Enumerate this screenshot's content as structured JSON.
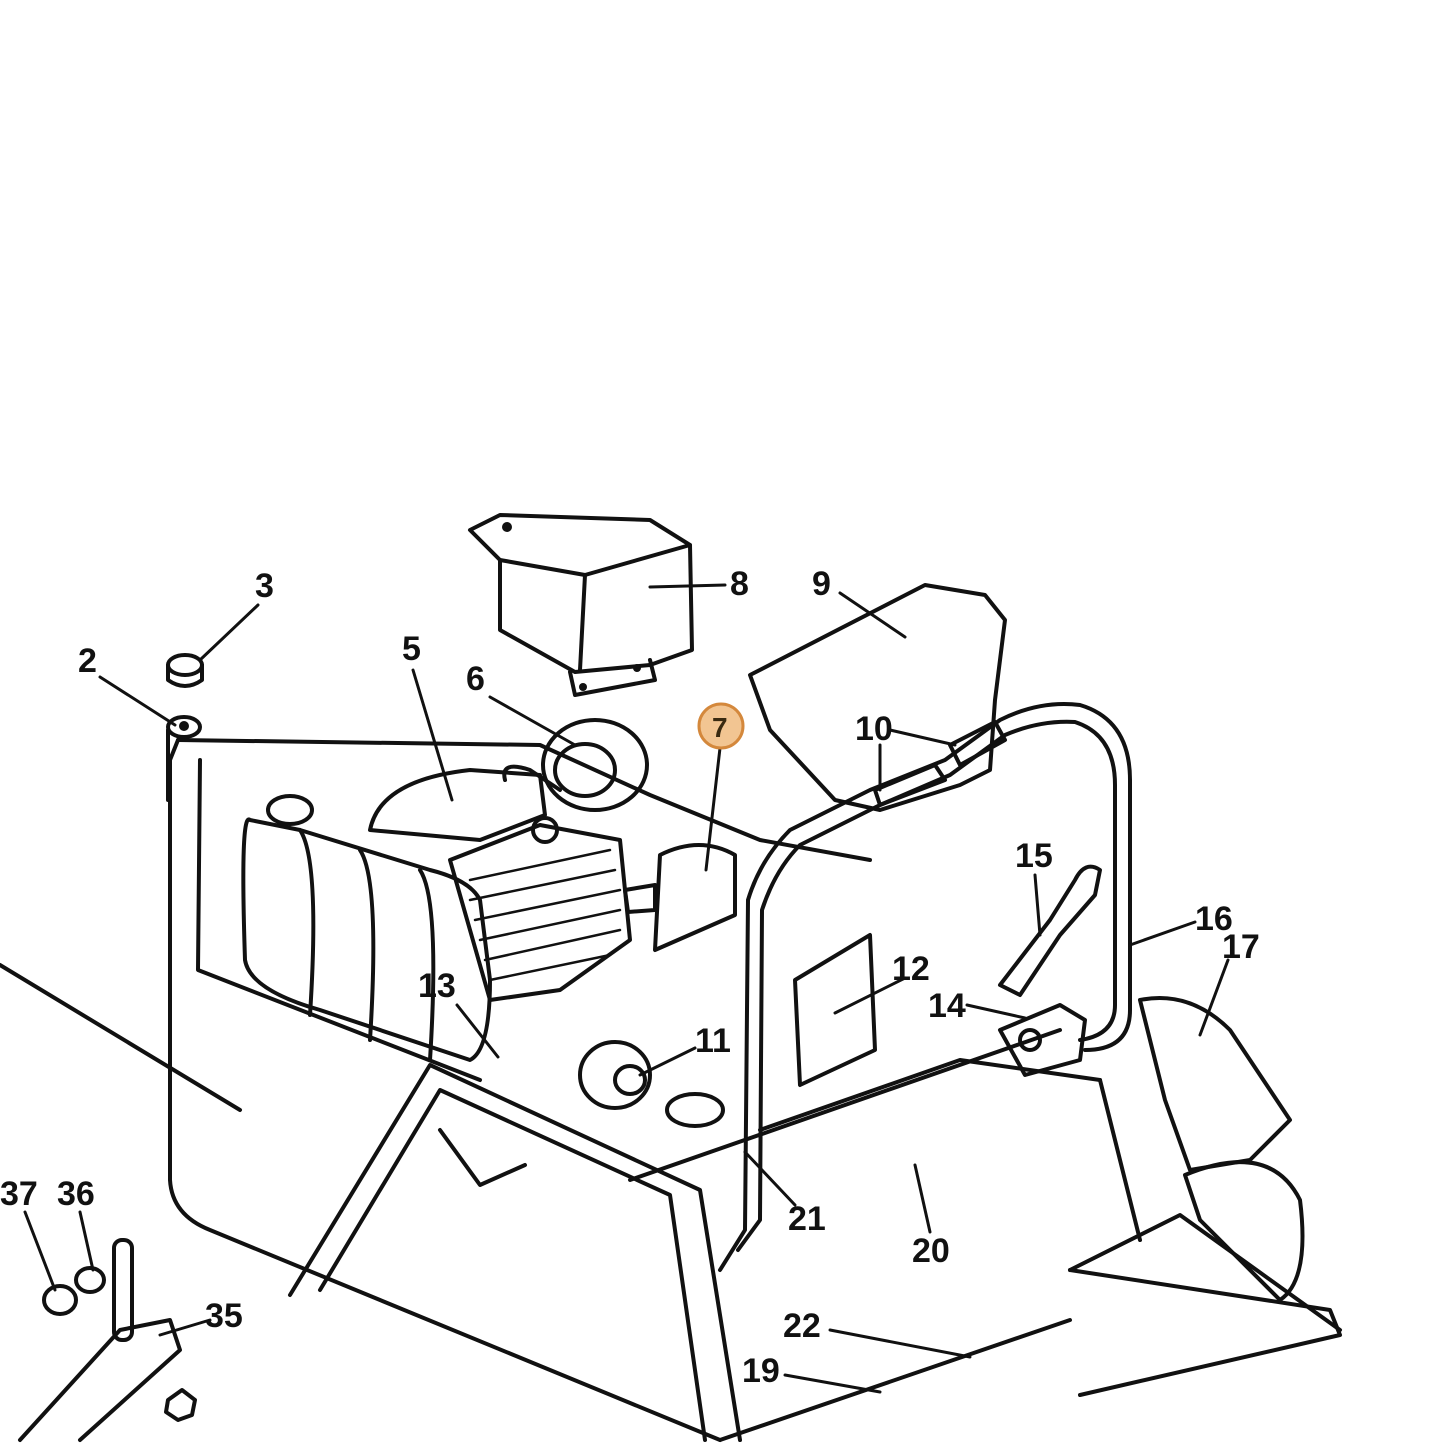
{
  "callouts": [
    {
      "id": "2",
      "label": "2"
    },
    {
      "id": "3",
      "label": "3"
    },
    {
      "id": "5",
      "label": "5"
    },
    {
      "id": "6",
      "label": "6"
    },
    {
      "id": "7",
      "label": "7",
      "highlighted": true
    },
    {
      "id": "8",
      "label": "8"
    },
    {
      "id": "9",
      "label": "9"
    },
    {
      "id": "10",
      "label": "10"
    },
    {
      "id": "11",
      "label": "11"
    },
    {
      "id": "12",
      "label": "12"
    },
    {
      "id": "13",
      "label": "13"
    },
    {
      "id": "14",
      "label": "14"
    },
    {
      "id": "15",
      "label": "15"
    },
    {
      "id": "16",
      "label": "16"
    },
    {
      "id": "17",
      "label": "17"
    },
    {
      "id": "19",
      "label": "19"
    },
    {
      "id": "20",
      "label": "20"
    },
    {
      "id": "21",
      "label": "21"
    },
    {
      "id": "22",
      "label": "22"
    },
    {
      "id": "35",
      "label": "35"
    },
    {
      "id": "36",
      "label": "36"
    },
    {
      "id": "37",
      "label": "37"
    }
  ],
  "colors": {
    "line": "#111111",
    "background": "#ffffff",
    "highlight_fill": "#f2c592",
    "highlight_stroke": "#d4883c"
  }
}
